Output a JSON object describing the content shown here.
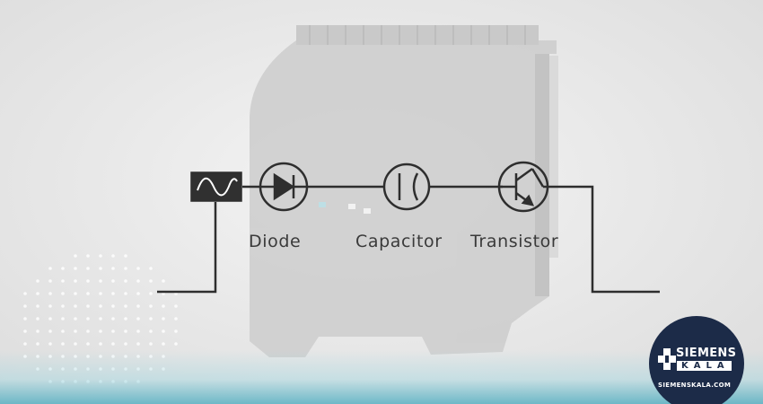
{
  "labels": {
    "diode": "Diode",
    "capacitor": "Capacitor",
    "transistor": "Transistor"
  },
  "logo": {
    "brand_top": "SIEMENS",
    "brand_bottom": "KALA",
    "website": "SIEMENSKALA.COM"
  },
  "colors": {
    "line": "#2e2e2e",
    "device_body": "#c9c9c9",
    "logo_bg": "#1c2b48",
    "accent_teal": "#46aabe"
  }
}
